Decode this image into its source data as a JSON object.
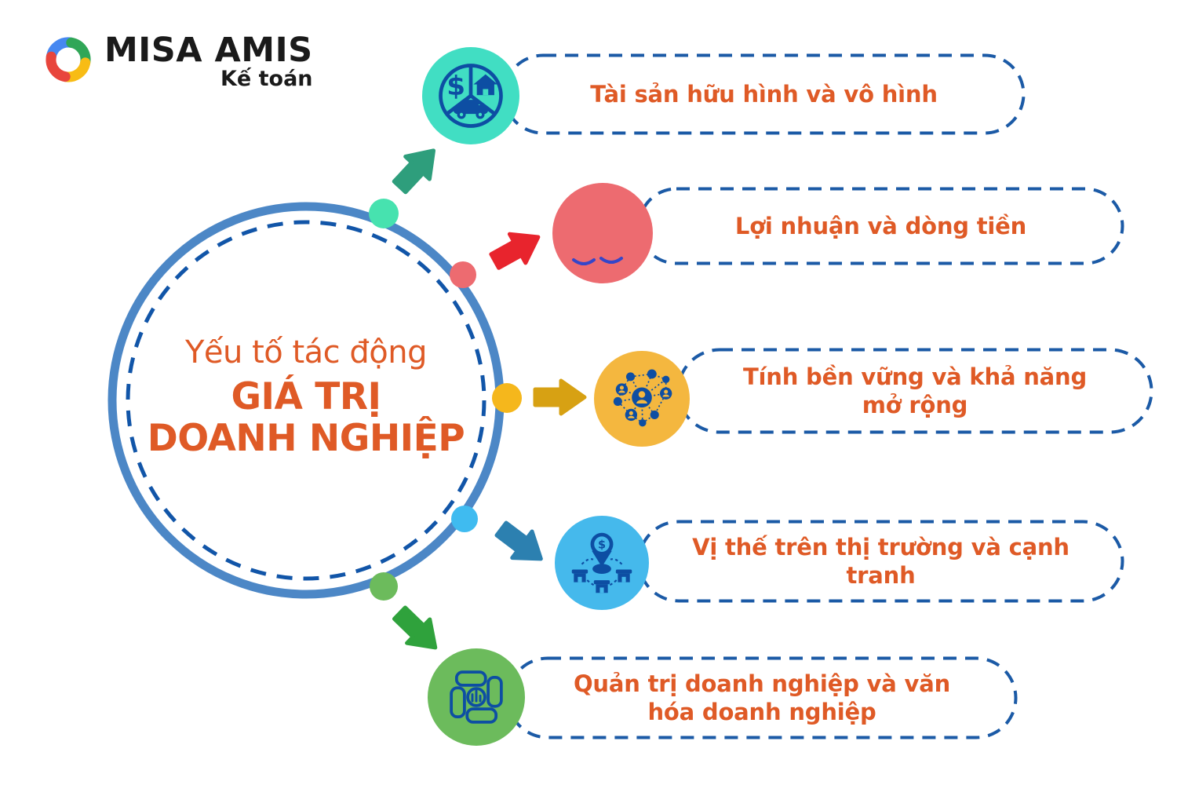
{
  "logo": {
    "brand": "MISA AMIS",
    "subtitle": "Kế toán",
    "mark_colors": {
      "blue": "#4688F1",
      "green": "#30A657",
      "yellow": "#F8BC15",
      "red": "#E8453C"
    }
  },
  "center_circle": {
    "subtitle": "Yếu tố tác động",
    "title_line1": "GIÁ TRỊ",
    "title_line2": "DOANH NGHIỆP"
  },
  "branches": [
    {
      "id": "assets",
      "label": "Tài sản hữu hình và vô hình",
      "icon": "assets-wheel-icon",
      "circle_color": "#41DEC3",
      "dot_color": "#47E2AF",
      "arrow_color": "#2E9E7C"
    },
    {
      "id": "profit",
      "label": "Lợi nhuận và dòng tiền",
      "icon": "profit-circle-icon",
      "circle_color": "#ED6B70",
      "dot_color": "#ED6B70",
      "arrow_color": "#E8242D"
    },
    {
      "id": "scalability",
      "label": "Tính bền vững và khả năng mở rộng",
      "icon": "network-people-icon",
      "circle_color": "#F4B73F",
      "dot_color": "#F5B71C",
      "arrow_color": "#D7A113"
    },
    {
      "id": "market",
      "label": "Vị thế trên thị trường và cạnh tranh",
      "icon": "market-position-icon",
      "circle_color": "#45B9EC",
      "dot_color": "#3FBBF0",
      "arrow_color": "#2C80B0"
    },
    {
      "id": "governance",
      "label": "Quản trị doanh nghiệp và văn hóa doanh nghiệp",
      "icon": "teamwork-hands-icon",
      "circle_color": "#6CBB5C",
      "dot_color": "#6CBB5C",
      "arrow_color": "#2FA23C"
    }
  ],
  "colors": {
    "label_text": "#DF5A26",
    "pill_border": "#1B5AA6",
    "ring": "#4C87C6",
    "ring_dash": "#1155A8",
    "icon_glyph": "#0D4EA3",
    "profit_detail": "#3546C9",
    "brand_text": "#1A1A1A",
    "background": "#FFFFFF"
  }
}
